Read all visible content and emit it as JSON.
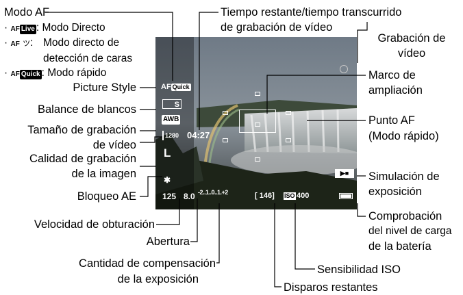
{
  "labels": {
    "modo_af": "Modo AF",
    "modo_directo": ": Modo Directo",
    "modo_directo_caras_1": "Modo directo de",
    "modo_directo_caras_2": "detección de caras",
    "modo_rapido": ": Modo rápido",
    "picture_style": "Picture Style",
    "balance_blancos": "Balance de blancos",
    "tamano_grab_1": "Tamaño de grabación",
    "tamano_grab_2": "de vídeo",
    "calidad_1": "Calidad de grabación",
    "calidad_2": "de la imagen",
    "bloqueo_ae": "Bloqueo AE",
    "velocidad": "Velocidad de obturación",
    "abertura": "Abertura",
    "compensacion_1": "Cantidad de compensación",
    "compensacion_2": "de la exposición",
    "tiempo_1": "Tiempo restante/tiempo transcurrido",
    "tiempo_2": "de grabación de vídeo",
    "grabacion_1": "Grabación de",
    "grabacion_2": "vídeo",
    "marco_1": "Marco de",
    "marco_2": "ampliación",
    "punto_af_1": "Punto AF",
    "punto_af_2": "(Modo rápido)",
    "simulacion_1": "Simulación de",
    "simulacion_2": "exposición",
    "bateria_1": "Comprobación",
    "bateria_2": "del nivel de carga",
    "bateria_3": "de la batería",
    "iso": "Sensibilidad ISO",
    "disparos": "Disparos restantes"
  },
  "badges": {
    "af": "AF",
    "live": "Live",
    "quick": "Quick",
    "face": "ツ"
  },
  "screen": {
    "af_mode": "AFQuick",
    "picture_style": "S",
    "wb": "AWB",
    "size": "1280",
    "time": "04:27",
    "quality": "L",
    "ae_lock": "✱",
    "shutter": "125",
    "aperture": "8.0",
    "exposure_scale": "-2..1..0..1.+2",
    "shots": "[ 146]",
    "iso_label": "ISO",
    "iso_value": "400"
  },
  "colors": {
    "screen_bg": "#000000",
    "osd": "#ffffff"
  }
}
